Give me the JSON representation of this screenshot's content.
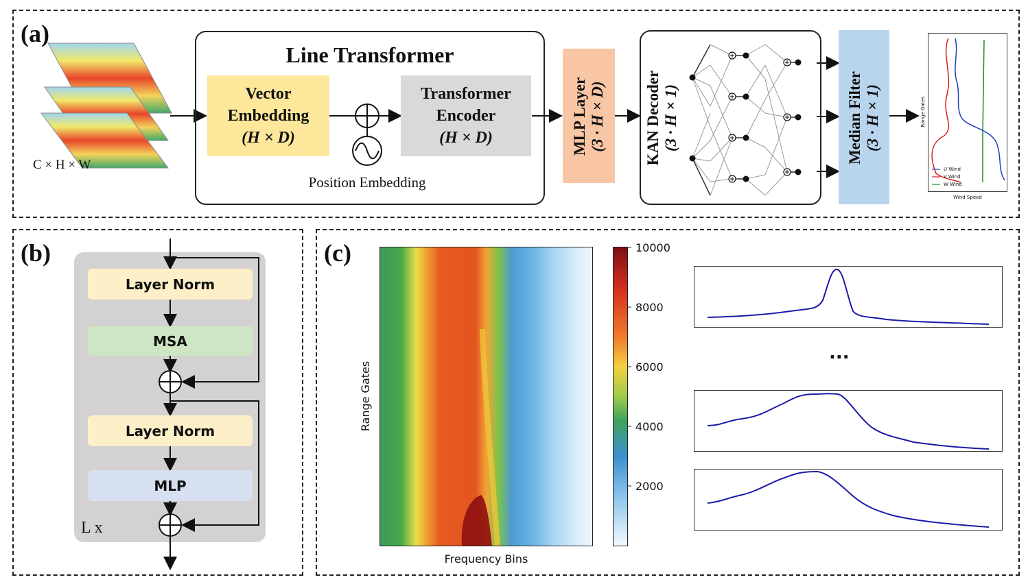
{
  "panel_a": {
    "label": "(a)",
    "input_dims": "C × H × W",
    "line_transformer_title": "Line Transformer",
    "vector_embedding": [
      "Vector",
      "Embedding",
      "(H × D)"
    ],
    "transformer_encoder": [
      "Transformer",
      "Encoder",
      "(H × D)"
    ],
    "position_embedding": "Position Embedding",
    "mlp_layer": [
      "MLP Layer",
      "(3 · H × D)"
    ],
    "kan_decoder": [
      "KAN Decoder",
      "(3 · H × 1)"
    ],
    "median_filter": [
      "Median Filter",
      "(3 · H × 1)"
    ],
    "output_plot": {
      "ylabel": "Range Gates",
      "xlabel": "Wind Speed",
      "legend": [
        "U Wind",
        "V Wind",
        "W Wind"
      ],
      "colors": [
        "#1f3fbf",
        "#d62020",
        "#1a8a2a"
      ]
    }
  },
  "panel_b": {
    "label": "(b)",
    "layer_norm_1": "Layer Norm",
    "msa": "MSA",
    "layer_norm_2": "Layer Norm",
    "mlp": "MLP",
    "repeat": "L x"
  },
  "panel_c": {
    "label": "(c)",
    "heatmap_ylabel": "Range Gates",
    "heatmap_xlabel": "Frequency Bins",
    "colorbar_ticks": [
      "10000",
      "8000",
      "6000",
      "4000",
      "2000"
    ],
    "ellipsis": "..."
  },
  "colors": {
    "vector_embedding_bg": "#fde79a",
    "transformer_encoder_bg": "#d9d9d9",
    "mlp_layer_bg": "#f8c6a4",
    "median_filter_bg": "#b9d5ee",
    "layer_norm_bg": "#fdf0c8",
    "msa_bg": "#cfe6c4",
    "mlp_bg": "#d6e0f0",
    "block_bg": "#d3d1d1",
    "spectrum_line": "#1a1aa8"
  }
}
